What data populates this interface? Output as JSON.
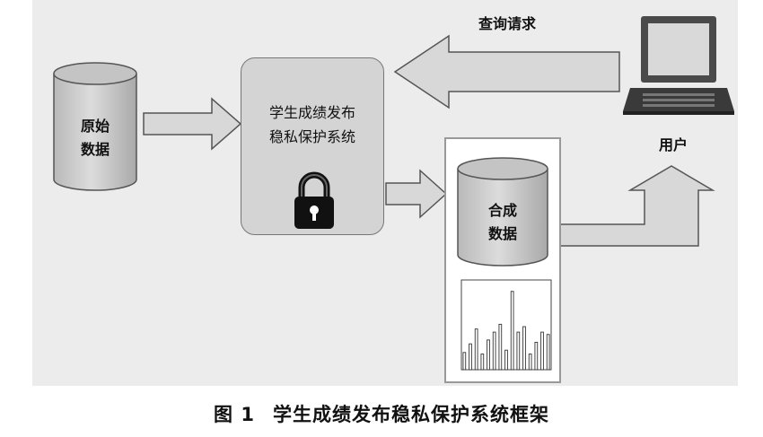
{
  "nodes": {
    "raw_data": "原始\n数据",
    "system": "学生成绩发布\n稳私保护系统",
    "synthetic_data": "合成\n数据",
    "user": "用户"
  },
  "edges": {
    "query_request": "查询请求"
  },
  "caption": {
    "figure_number": "图 1",
    "title": "学生成绩发布稳私保护系统框架"
  },
  "icons": [
    "lock-icon",
    "laptop-icon",
    "database-icon",
    "bar-chart-icon"
  ],
  "mini_chart": {
    "type": "bar",
    "values": [
      22,
      33,
      52,
      20,
      38,
      48,
      58,
      25,
      100,
      48,
      55,
      20,
      35,
      48,
      45
    ],
    "ylim": [
      0,
      110
    ]
  },
  "colors": {
    "background": "#ececec",
    "arrow_fill": "#d8d8d8",
    "cylinder_fill": "#c9c9c9",
    "outline": "#555555"
  }
}
